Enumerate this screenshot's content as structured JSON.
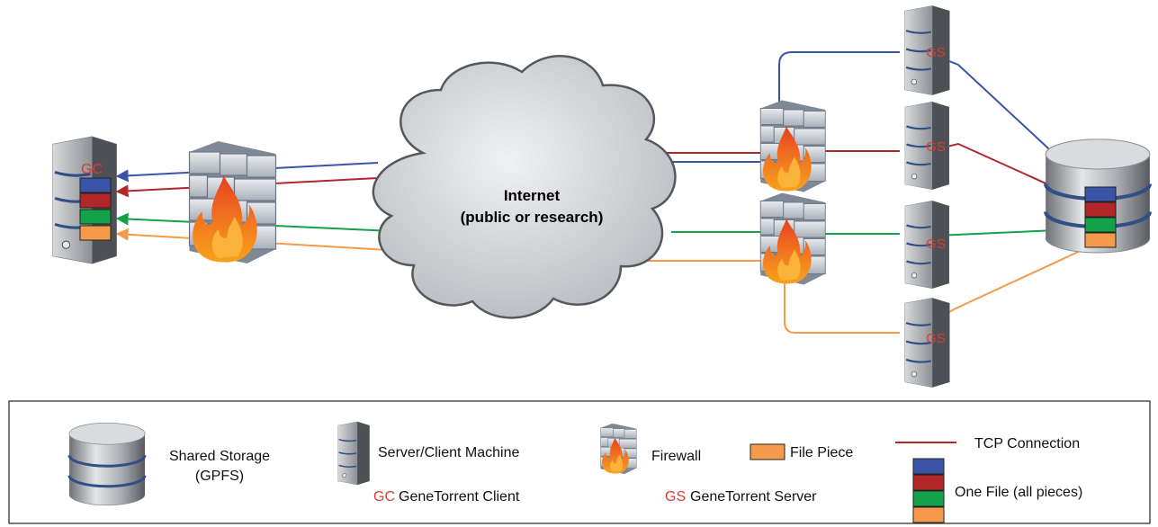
{
  "cloud": {
    "line1": "Internet",
    "line2": "(public or research)"
  },
  "client": {
    "code": "GC"
  },
  "servers": [
    {
      "code": "GS"
    },
    {
      "code": "GS"
    },
    {
      "code": "GS"
    },
    {
      "code": "GS"
    }
  ],
  "colors": {
    "blue": "#3a55a8",
    "red": "#b3262a",
    "green": "#13a24a",
    "orange": "#f59a4a",
    "accent_text": "#e03a2a"
  },
  "legend": {
    "storage_line1": "Shared Storage",
    "storage_line2": "(GPFS)",
    "machine": "Server/Client Machine",
    "firewall": "Firewall",
    "file_piece": "File Piece",
    "tcp": "TCP Connection",
    "one_file": "One File (all pieces)",
    "gc_code": "GC",
    "gc_text": "GeneTorrent Client",
    "gs_code": "GS",
    "gs_text": "GeneTorrent Server"
  }
}
